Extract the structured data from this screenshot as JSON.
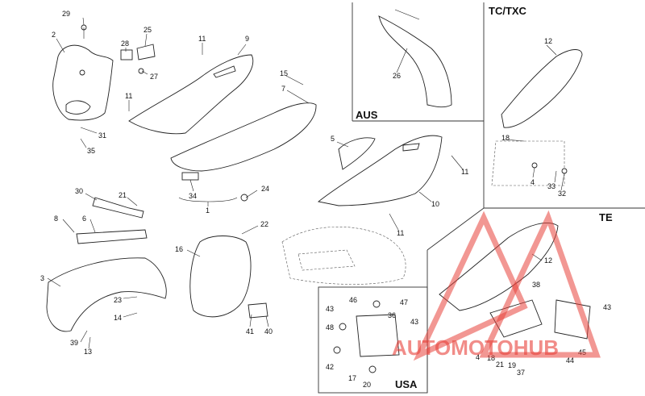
{
  "regions": {
    "aus": "AUS",
    "tc_txc": "TC/TXC",
    "te": "TE",
    "usa": "USA"
  },
  "watermark": {
    "brand": "AUTOMOTOHUB",
    "color": "#e8413a"
  },
  "callouts": {
    "c29": "29",
    "c2": "2",
    "c28": "28",
    "c25": "25",
    "c27": "27",
    "c11a": "11",
    "c31": "31",
    "c35": "35",
    "c11b": "11",
    "c9": "9",
    "c15": "15",
    "c7": "7",
    "c26": "26",
    "c12a": "12",
    "c18": "18",
    "c4a": "4",
    "c33": "33",
    "c32": "32",
    "c5": "5",
    "c11c": "11",
    "c10": "10",
    "c11d": "11",
    "c34": "34",
    "c1": "1",
    "c24": "24",
    "c22": "22",
    "c30": "30",
    "c21a": "21",
    "c8": "8",
    "c6": "6",
    "c3": "3",
    "c23": "23",
    "c14": "14",
    "c39": "39",
    "c13": "13",
    "c16": "16",
    "c41": "41",
    "c40": "40",
    "c12b": "12",
    "c38": "38",
    "c43a": "43",
    "c47": "47",
    "c46": "46",
    "c36": "36",
    "c43b": "43",
    "c48": "48",
    "c42": "42",
    "c17": "17",
    "c20": "20",
    "c43c": "43",
    "c4b": "4",
    "c18b": "18",
    "c21b": "21",
    "c19": "19",
    "c37": "37",
    "c44": "44",
    "c45": "45"
  }
}
